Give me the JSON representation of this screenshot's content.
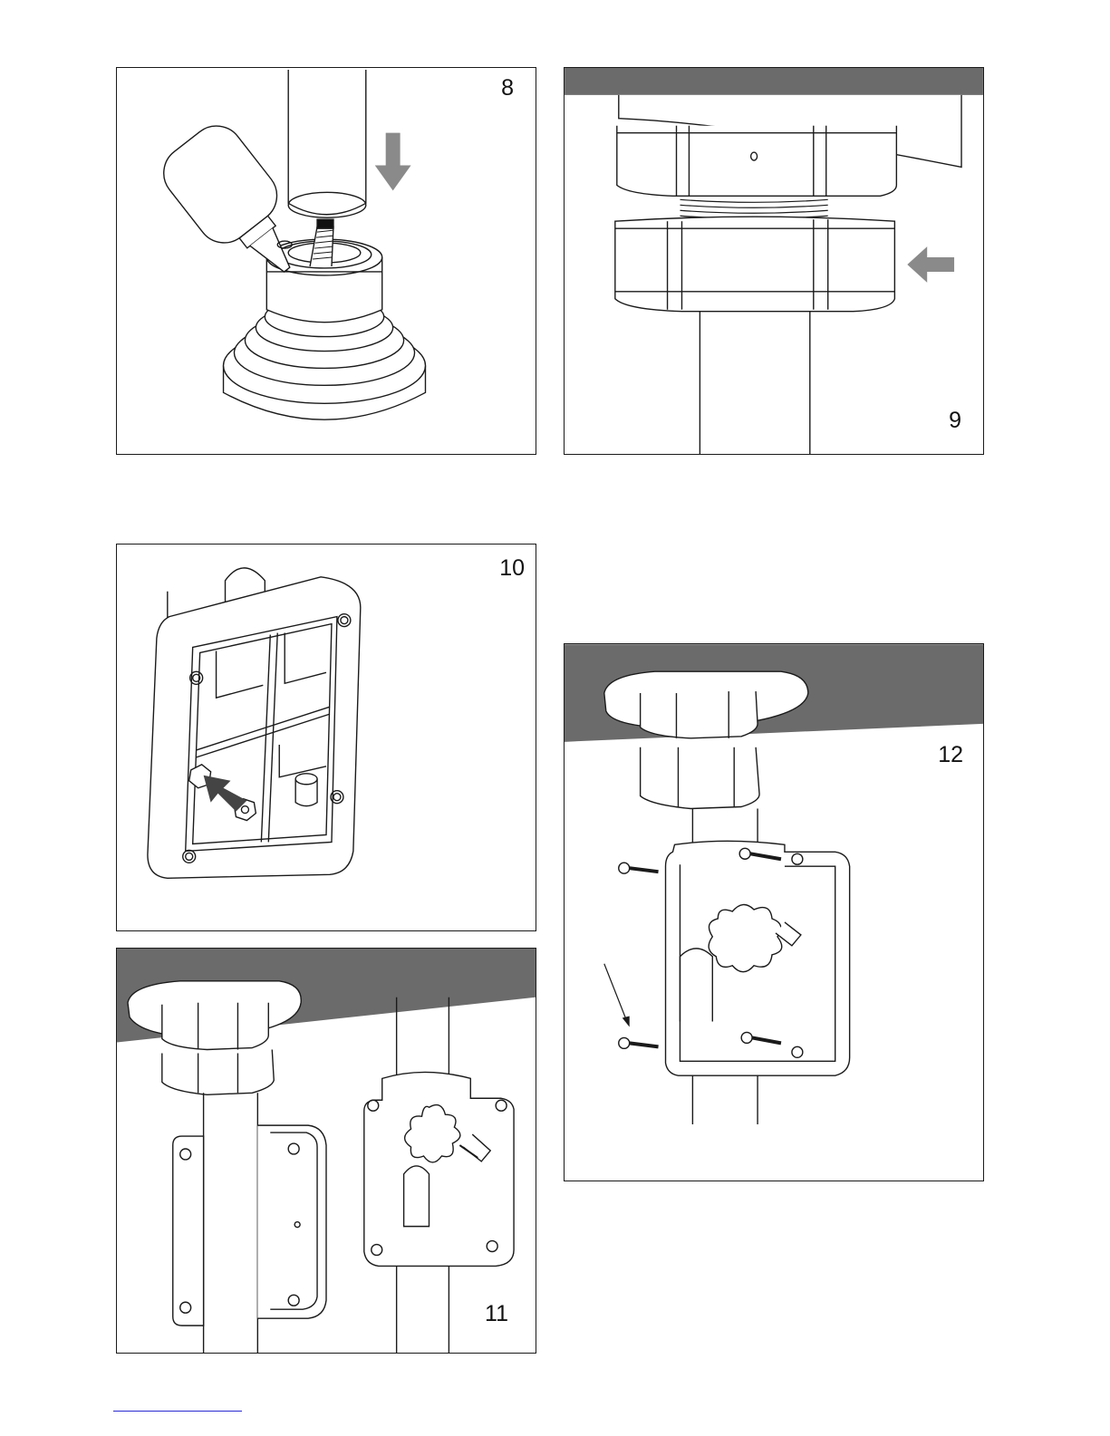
{
  "steps": [
    {
      "number": "8"
    },
    {
      "number": "9"
    },
    {
      "number": "10"
    },
    {
      "number": "11"
    },
    {
      "number": "12"
    }
  ],
  "colors": {
    "line": "#1a1a1a",
    "arrow_gray": "#8a8a8a",
    "arrow_dark": "#444444",
    "ceiling": "#6b6b6b",
    "footer_link": "#2a2ad0"
  }
}
